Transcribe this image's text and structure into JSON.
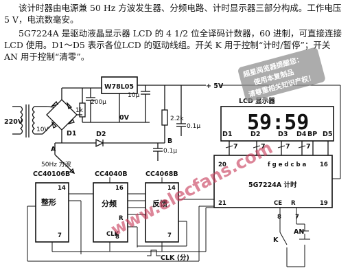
{
  "intro": "该计时器由电源兼 50 Hz 方波发生器、分频电路、计时显示器三部分构成。工作电压 5 V，电流数毫安。",
  "desc": "5G7224A 是驱动液晶显示器 LCD 的 4 1/2 位全译码计数器，60 进制，可直接连接 LCD 使用。D1～D5 表示各位LCD 的驱动线组。开关 K 用于控制“计时/暂停”；开关 AN 用于控制“清零”。",
  "power": {
    "mains": "220V",
    "secondary": "10V",
    "regulator": "W78L05",
    "vcc": "+ 5V",
    "ground": "0V",
    "r1": "1k",
    "c1": "200μ",
    "c2": "10μ",
    "r2": "2.2k",
    "c3": "0.1μ",
    "c4": "0.1μ",
    "diode_bridge": "D1",
    "diode2": "D2",
    "node_a": "A",
    "node_b": "B",
    "square_wave": "50Hz 方波"
  },
  "chips": {
    "shaper": {
      "part": "CC40106B",
      "name": "整形",
      "pin_top": "14",
      "pin_bot": "7"
    },
    "divider": {
      "part": "CC4040B",
      "name": "分频",
      "pin_top": "16",
      "pin_bot": "8",
      "pin_r": "R",
      "pin_clk": "CLK"
    },
    "inverter": {
      "part": "CC4068B",
      "name": "反馈",
      "pin_top": "14",
      "pin_bot": "7"
    },
    "counter": {
      "part": "5G7224A 计时",
      "pin_top_left": "20",
      "pin_top_right": "16",
      "pin_bot_left": "21",
      "pin_bot_right": "19",
      "segs": "f g e d c b a",
      "pin_ce": "CE",
      "pin_r": "R",
      "pin_8": "8",
      "pin_7": "7"
    }
  },
  "lcd": {
    "title": "LCD 显示器",
    "digit_labels": [
      "D1",
      "D2",
      "D3",
      "D4",
      "BP",
      "D5"
    ],
    "wire_counts": [
      "7",
      "7",
      "7",
      "7"
    ],
    "digits_shown": "59:59"
  },
  "clock_label": "CLK (分)",
  "switches": {
    "pause": "K",
    "reset": "AN"
  },
  "watermark": {
    "site": "www.elecfans.com",
    "notice": [
      "超星阅览器提醒您：",
      "使用本复制品",
      "请尊重相关知识产权！"
    ]
  },
  "colors": {
    "ink": "#111111",
    "watermark": "#c83c5a",
    "stamp": "#8c8c8c"
  }
}
